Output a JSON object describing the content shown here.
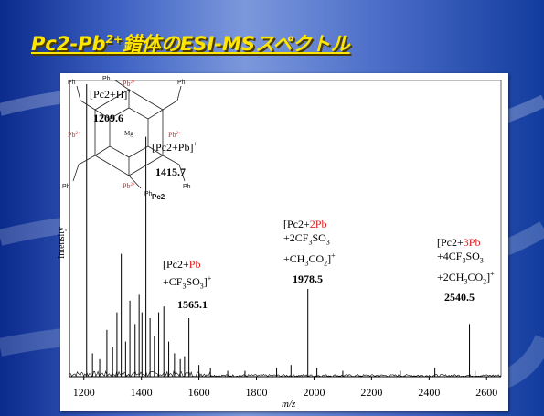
{
  "slide": {
    "title_main": "Pc2-Pb",
    "title_sup": "2+",
    "title_rest": "錯体のESI-MSスペクトル"
  },
  "structure": {
    "label": "Pc2",
    "metal": "Mg",
    "ligand_prefix": "Ph",
    "lead": "Pb",
    "lead_charge": "2+"
  },
  "annotations": {
    "a1_formula": "[Pc2+H]",
    "a1_charge": "+",
    "a1_mz": "1209.6",
    "a2_formula": "[Pc2+Pb]",
    "a2_charge": "+",
    "a2_mz": "1415.7",
    "a3_l1a": "[Pc2+",
    "a3_l1b": "Pb",
    "a3_l2": "+CF",
    "a3_l2sub": "3",
    "a3_l2b": "SO",
    "a3_l2sub2": "3",
    "a3_l2c": "]",
    "a3_charge": "+",
    "a3_mz": "1565.1",
    "a4_l1a": "[Pc2+",
    "a4_l1b": "2Pb",
    "a4_l2": "+2CF",
    "a4_l2sub": "3",
    "a4_l2b": "SO",
    "a4_l2sub2": "3",
    "a4_l3": "+CH",
    "a4_l3sub": "3",
    "a4_l3b": "CO",
    "a4_l3sub2": "2",
    "a4_l3c": "]",
    "a4_charge": "+",
    "a4_mz": "1978.5",
    "a5_l1a": "[Pc2+",
    "a5_l1b": "3Pb",
    "a5_l2": "+4CF",
    "a5_l2sub": "3",
    "a5_l2b": "SO",
    "a5_l2sub2": "3",
    "a5_l3": "+2CH",
    "a5_l3sub": "3",
    "a5_l3b": "CO",
    "a5_l3sub2": "2",
    "a5_l3c": "]",
    "a5_charge": "+",
    "a5_mz": "2540.5"
  },
  "colors": {
    "accent_red": "#e02020",
    "title_yellow": "#ffe600"
  },
  "chart_data": {
    "type": "line",
    "title": "",
    "xlabel": "m/z",
    "ylabel": "Intensity",
    "xlim": [
      1150,
      2650
    ],
    "ylim": [
      0,
      100
    ],
    "xticks": [
      1200,
      1400,
      1600,
      1800,
      2000,
      2200,
      2400,
      2600
    ],
    "grid": false,
    "peaks": [
      {
        "x": 1209.6,
        "y": 100
      },
      {
        "x": 1230,
        "y": 8
      },
      {
        "x": 1255,
        "y": 6
      },
      {
        "x": 1280,
        "y": 16
      },
      {
        "x": 1300,
        "y": 10
      },
      {
        "x": 1315,
        "y": 22
      },
      {
        "x": 1330,
        "y": 42
      },
      {
        "x": 1345,
        "y": 12
      },
      {
        "x": 1360,
        "y": 26
      },
      {
        "x": 1378,
        "y": 18
      },
      {
        "x": 1392,
        "y": 28
      },
      {
        "x": 1402,
        "y": 22
      },
      {
        "x": 1415.7,
        "y": 82
      },
      {
        "x": 1430,
        "y": 20
      },
      {
        "x": 1445,
        "y": 14
      },
      {
        "x": 1460,
        "y": 22
      },
      {
        "x": 1478,
        "y": 24
      },
      {
        "x": 1495,
        "y": 12
      },
      {
        "x": 1515,
        "y": 8
      },
      {
        "x": 1535,
        "y": 6
      },
      {
        "x": 1550,
        "y": 7
      },
      {
        "x": 1565.1,
        "y": 20
      },
      {
        "x": 1600,
        "y": 4
      },
      {
        "x": 1640,
        "y": 3
      },
      {
        "x": 1700,
        "y": 2
      },
      {
        "x": 1760,
        "y": 2
      },
      {
        "x": 1870,
        "y": 3
      },
      {
        "x": 1920,
        "y": 4
      },
      {
        "x": 1978.5,
        "y": 30
      },
      {
        "x": 2010,
        "y": 3
      },
      {
        "x": 2100,
        "y": 2
      },
      {
        "x": 2300,
        "y": 2
      },
      {
        "x": 2420,
        "y": 3
      },
      {
        "x": 2540.5,
        "y": 18
      },
      {
        "x": 2560,
        "y": 2
      }
    ]
  }
}
